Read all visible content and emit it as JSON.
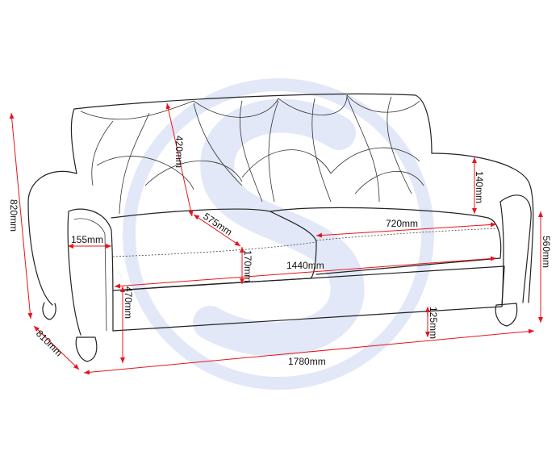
{
  "title": "Sofa dimensions diagram",
  "colors": {
    "dimension_line": "#e8141b",
    "watermark": "#dfe6f7",
    "outline": "#222222"
  },
  "watermark": {
    "letter": "S"
  },
  "dimensions": {
    "overall_height": "820mm",
    "overall_depth": "810mm",
    "overall_width": "1780mm",
    "arm_height": "560mm",
    "back_height": "420mm",
    "seat_depth": "575mm",
    "arm_width": "155mm",
    "cushion_thickness": "170mm",
    "seat_width": "1440mm",
    "cushion_width": "720mm",
    "arm_above_seat": "140mm",
    "seat_height": "470mm",
    "leg_height": "125mm"
  }
}
